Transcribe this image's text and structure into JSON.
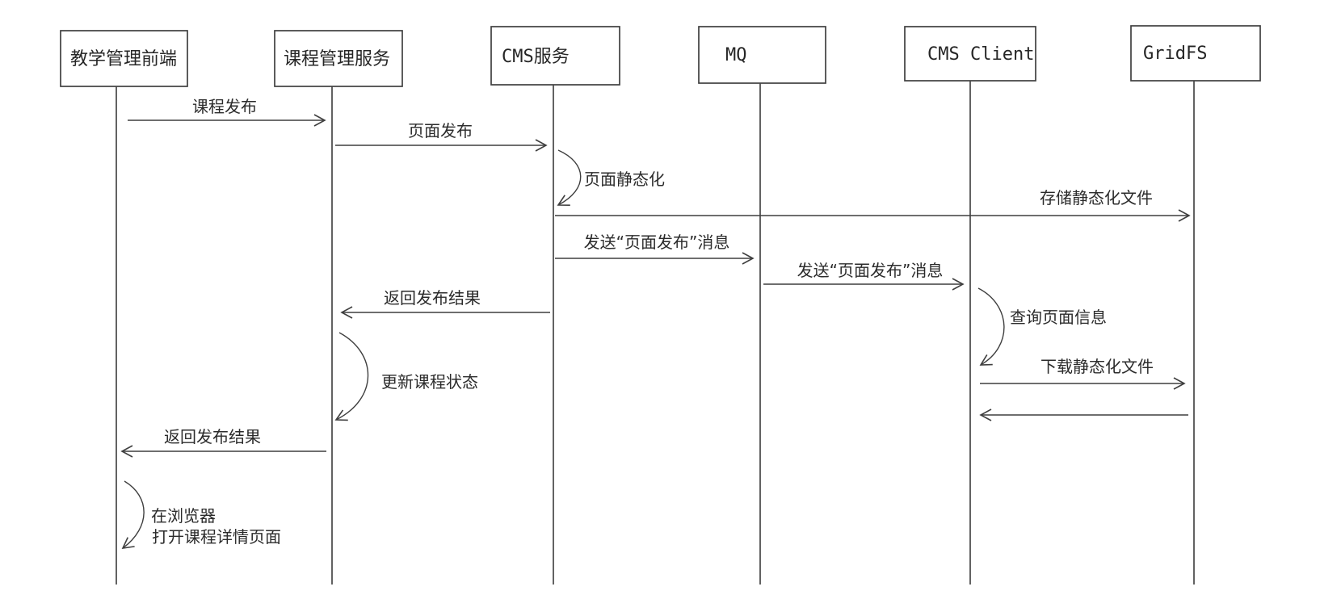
{
  "diagram": {
    "type": "uml-sequence-diagram",
    "language": "zh-CN",
    "colors": {
      "background": "#ffffff",
      "stroke": "#3f3f3f",
      "text": "#2b2b2b"
    },
    "participants": [
      {
        "id": "teaching-frontend",
        "label": "教学管理前端"
      },
      {
        "id": "course-service",
        "label": "课程管理服务"
      },
      {
        "id": "cms-service",
        "label": "CMS服务"
      },
      {
        "id": "mq",
        "label": "MQ"
      },
      {
        "id": "cms-client",
        "label": "CMS Client"
      },
      {
        "id": "gridfs",
        "label": "GridFS"
      }
    ],
    "messages": [
      {
        "seq": 1,
        "from": "教学管理前端",
        "to": "课程管理服务",
        "kind": "arrow",
        "direction": "right",
        "label": "课程发布"
      },
      {
        "seq": 2,
        "from": "课程管理服务",
        "to": "CMS服务",
        "kind": "arrow",
        "direction": "right",
        "label": "页面发布"
      },
      {
        "seq": 3,
        "from": "CMS服务",
        "to": "CMS服务",
        "kind": "self",
        "direction": "self",
        "label": "页面静态化"
      },
      {
        "seq": 4,
        "from": "CMS服务",
        "to": "GridFS",
        "kind": "arrow",
        "direction": "right",
        "label": "存储静态化文件"
      },
      {
        "seq": 5,
        "from": "CMS服务",
        "to": "MQ",
        "kind": "arrow",
        "direction": "right",
        "label": "发送“页面发布”消息"
      },
      {
        "seq": 6,
        "from": "MQ",
        "to": "CMS Client",
        "kind": "arrow",
        "direction": "right",
        "label": "发送“页面发布”消息"
      },
      {
        "seq": 7,
        "from": "CMS服务",
        "to": "课程管理服务",
        "kind": "arrow",
        "direction": "left",
        "label": "返回发布结果"
      },
      {
        "seq": 8,
        "from": "CMS Client",
        "to": "CMS Client",
        "kind": "self",
        "direction": "self",
        "label": "查询页面信息"
      },
      {
        "seq": 9,
        "from": "CMS Client",
        "to": "GridFS",
        "kind": "arrow",
        "direction": "right",
        "label": "下载静态化文件"
      },
      {
        "seq": 10,
        "from": "GridFS",
        "to": "CMS Client",
        "kind": "arrow",
        "direction": "left",
        "label": ""
      },
      {
        "seq": 11,
        "from": "课程管理服务",
        "to": "课程管理服务",
        "kind": "self",
        "direction": "self",
        "label": "更新课程状态"
      },
      {
        "seq": 12,
        "from": "课程管理服务",
        "to": "教学管理前端",
        "kind": "arrow",
        "direction": "left",
        "label": "返回发布结果"
      },
      {
        "seq": 13,
        "from": "教学管理前端",
        "to": "教学管理前端",
        "kind": "self",
        "direction": "self",
        "label": "在浏览器 打开课程详情页面",
        "label_lines": [
          "在浏览器",
          "打开课程详情页面"
        ]
      }
    ]
  }
}
